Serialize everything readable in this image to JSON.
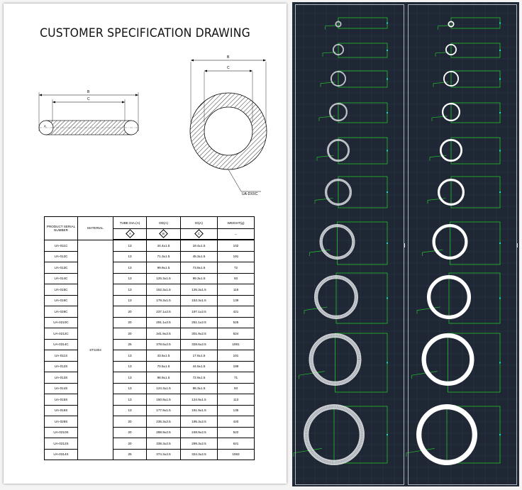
{
  "drawing": {
    "title": "CUSTOMER SPECIFICATION DRAWING",
    "dim_b": "B",
    "dim_c": "C",
    "dim_a": "A",
    "part_label": "UA-DXXC"
  },
  "table": {
    "headers": [
      "PRODUCT SERIAL NUMBER",
      "MATERIAL",
      "TUBE DIA.(A)",
      "OD(A)",
      "ID(A)",
      "WEIGHT(g)"
    ],
    "symbols": [
      "A",
      "B",
      "C"
    ],
    "weight_symbol": "–",
    "material": "STS304",
    "rows": [
      [
        "UA-011C",
        "13",
        "44.4±1.5",
        "18.4±1.5",
        "102"
      ],
      [
        "UA-012C",
        "13",
        "71.3±1.5",
        "45.3±1.5",
        "191"
      ],
      [
        "UA-013C",
        "13",
        "99.9±1.5",
        "73.9±1.5",
        "72"
      ],
      [
        "UA-014C",
        "13",
        "125.3±1.5",
        "99.3±1.5",
        "93"
      ],
      [
        "UA-015C",
        "13",
        "152.3±1.5",
        "126.3±1.5",
        "116"
      ],
      [
        "UA-016C",
        "13",
        "179.3±1.5",
        "153.3±1.5",
        "139"
      ],
      [
        "UA-028C",
        "20",
        "237.1±2.5",
        "197.1±2.5",
        "421"
      ],
      [
        "UA-0210C",
        "20",
        "291.1±2.5",
        "251.1±2.5",
        "525"
      ],
      [
        "UA-0212C",
        "20",
        "341.9±2.5",
        "301.9±2.5",
        "624"
      ],
      [
        "UA-0314C",
        "25",
        "378.6±2.5",
        "328.6±2.5",
        "1081"
      ],
      [
        "UA-011S",
        "13",
        "43.6±1.5",
        "17.6±1.5",
        "101"
      ],
      [
        "UA-012S",
        "13",
        "70.5±1.5",
        "44.5±1.5",
        "189"
      ],
      [
        "UA-013S",
        "13",
        "98.9±1.5",
        "72.9±1.5",
        "71"
      ],
      [
        "UA-014S",
        "13",
        "124.3±1.5",
        "98.3±1.5",
        "93"
      ],
      [
        "UA-015S",
        "13",
        "150.9±1.5",
        "124.9±1.5",
        "113"
      ],
      [
        "UA-016S",
        "13",
        "177.9±1.5",
        "151.9±1.5",
        "135"
      ],
      [
        "UA-028S",
        "20",
        "235.3±2.5",
        "195.3±2.5",
        "420"
      ],
      [
        "UA-0210S",
        "20",
        "288.9±2.5",
        "248.9±2.5",
        "522"
      ],
      [
        "UA-0212S",
        "20",
        "339.3±2.5",
        "299.3±2.5",
        "621"
      ],
      [
        "UA-0314S",
        "25",
        "374.3±2.5",
        "324.3±2.5",
        "1063"
      ]
    ]
  },
  "cad": {
    "background": "#1f2634",
    "grid_color": "#2e3a4d",
    "line_color": "#22c42a",
    "ring_color": "#ffffff",
    "marker_color": "#19d1d1"
  }
}
